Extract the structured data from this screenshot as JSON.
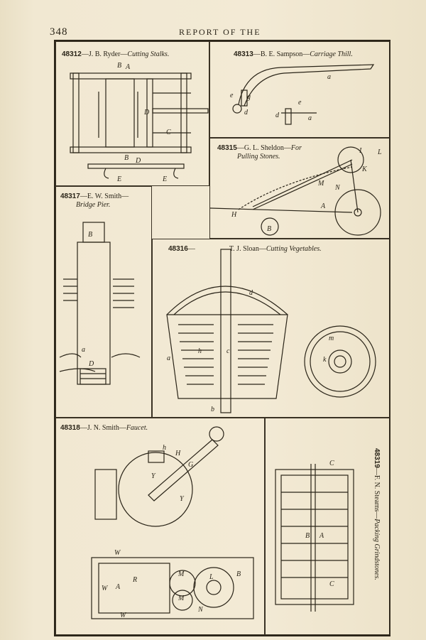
{
  "header": {
    "page_number": "348",
    "running_title": "REPORT OF THE"
  },
  "patents": [
    {
      "number": "48312",
      "inventor": "J. B. Ryder",
      "title": "Cutting Stalks.",
      "labels": [
        "A",
        "B",
        "B",
        "C",
        "D",
        "D",
        "E",
        "E"
      ]
    },
    {
      "number": "48313",
      "inventor": "B. E. Sampson",
      "title": "Carriage Thill.",
      "labels": [
        "a",
        "e",
        "g",
        "d",
        "d",
        "e",
        "a"
      ]
    },
    {
      "number": "48315",
      "inventor": "G. L. Sheldon",
      "title_line1": "For",
      "title_line2": "Pulling Stones.",
      "labels": [
        "I",
        "L",
        "K",
        "M",
        "N",
        "H",
        "A",
        "B"
      ]
    },
    {
      "number": "48317",
      "inventor": "E. W. Smith",
      "title_line2": "Bridge Pier.",
      "labels": [
        "B",
        "a",
        "D"
      ]
    },
    {
      "number": "48316",
      "inventor": "T. J. Sloan",
      "title": "Cutting Vegetables.",
      "labels": [
        "d",
        "a",
        "h",
        "c",
        "b",
        "m",
        "k"
      ]
    },
    {
      "number": "48318",
      "inventor": "J. N. Smith",
      "title": "Faucet.",
      "labels": [
        "h",
        "H",
        "G",
        "Y",
        "Y",
        "W",
        "W",
        "A",
        "R",
        "M",
        "M",
        "L",
        "B",
        "N",
        "W"
      ]
    },
    {
      "number": "48319",
      "inventor": "F. N. Stearns",
      "title": "Packing Grindstones.",
      "labels": [
        "C",
        "B",
        "A",
        "C"
      ]
    }
  ]
}
